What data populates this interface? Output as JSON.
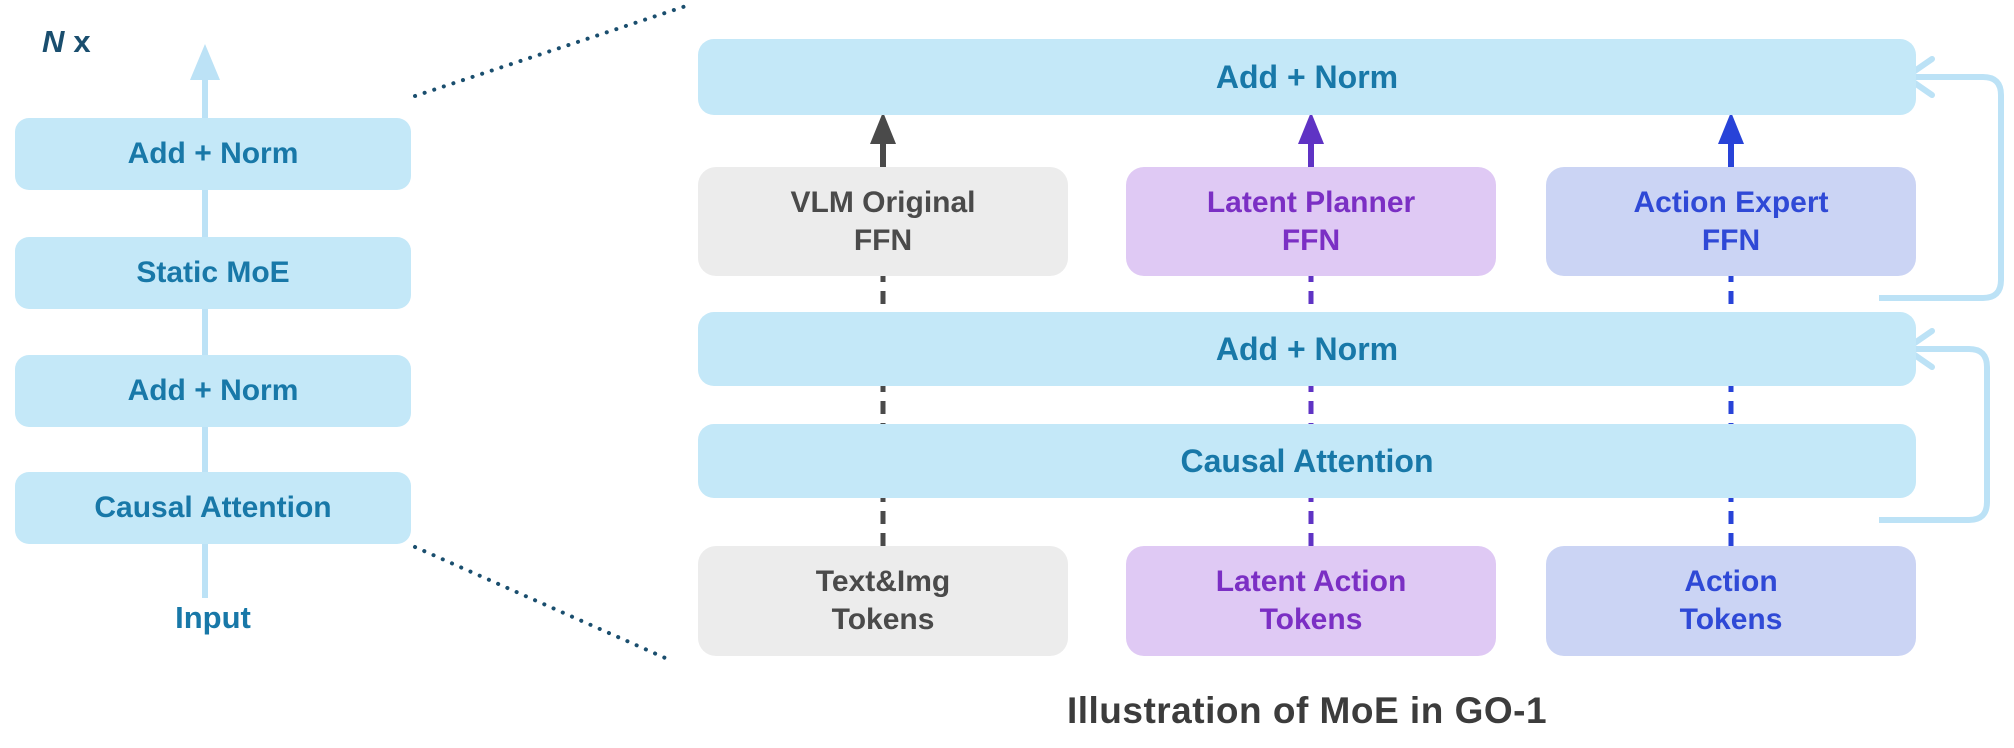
{
  "caption": "Illustration of MoE in GO-1",
  "left_stack": {
    "repeat_n": "N",
    "repeat_x": "x",
    "blocks": [
      {
        "label": "Add + Norm"
      },
      {
        "label": "Static MoE"
      },
      {
        "label": "Add + Norm"
      },
      {
        "label": "Causal Attention"
      }
    ],
    "input_label": "Input"
  },
  "right_panel": {
    "top_add_norm": "Add + Norm",
    "mid_add_norm": "Add + Norm",
    "causal_attention": "Causal Attention",
    "ffn_boxes": [
      {
        "line1": "VLM Original",
        "line2": "FFN"
      },
      {
        "line1": "Latent Planner",
        "line2": "FFN"
      },
      {
        "line1": "Action Expert",
        "line2": "FFN"
      }
    ],
    "token_boxes": [
      {
        "line1": "Text&Img",
        "line2": "Tokens"
      },
      {
        "line1": "Latent Action",
        "line2": "Tokens"
      },
      {
        "line1": "Action",
        "line2": "Tokens"
      }
    ]
  },
  "colors": {
    "block_fill": "#C4E8F8",
    "block_text": "#1878A8",
    "residual_line": "#BCE2F6",
    "gray_fill": "#ECECEC",
    "gray_text": "#4A4A4A",
    "purple_fill": "#DFC9F4",
    "purple_text": "#7B2FC4",
    "blue_fill": "#CBD4F4",
    "blue_text": "#2F49D6",
    "dotted_line": "#1A4E6E"
  }
}
